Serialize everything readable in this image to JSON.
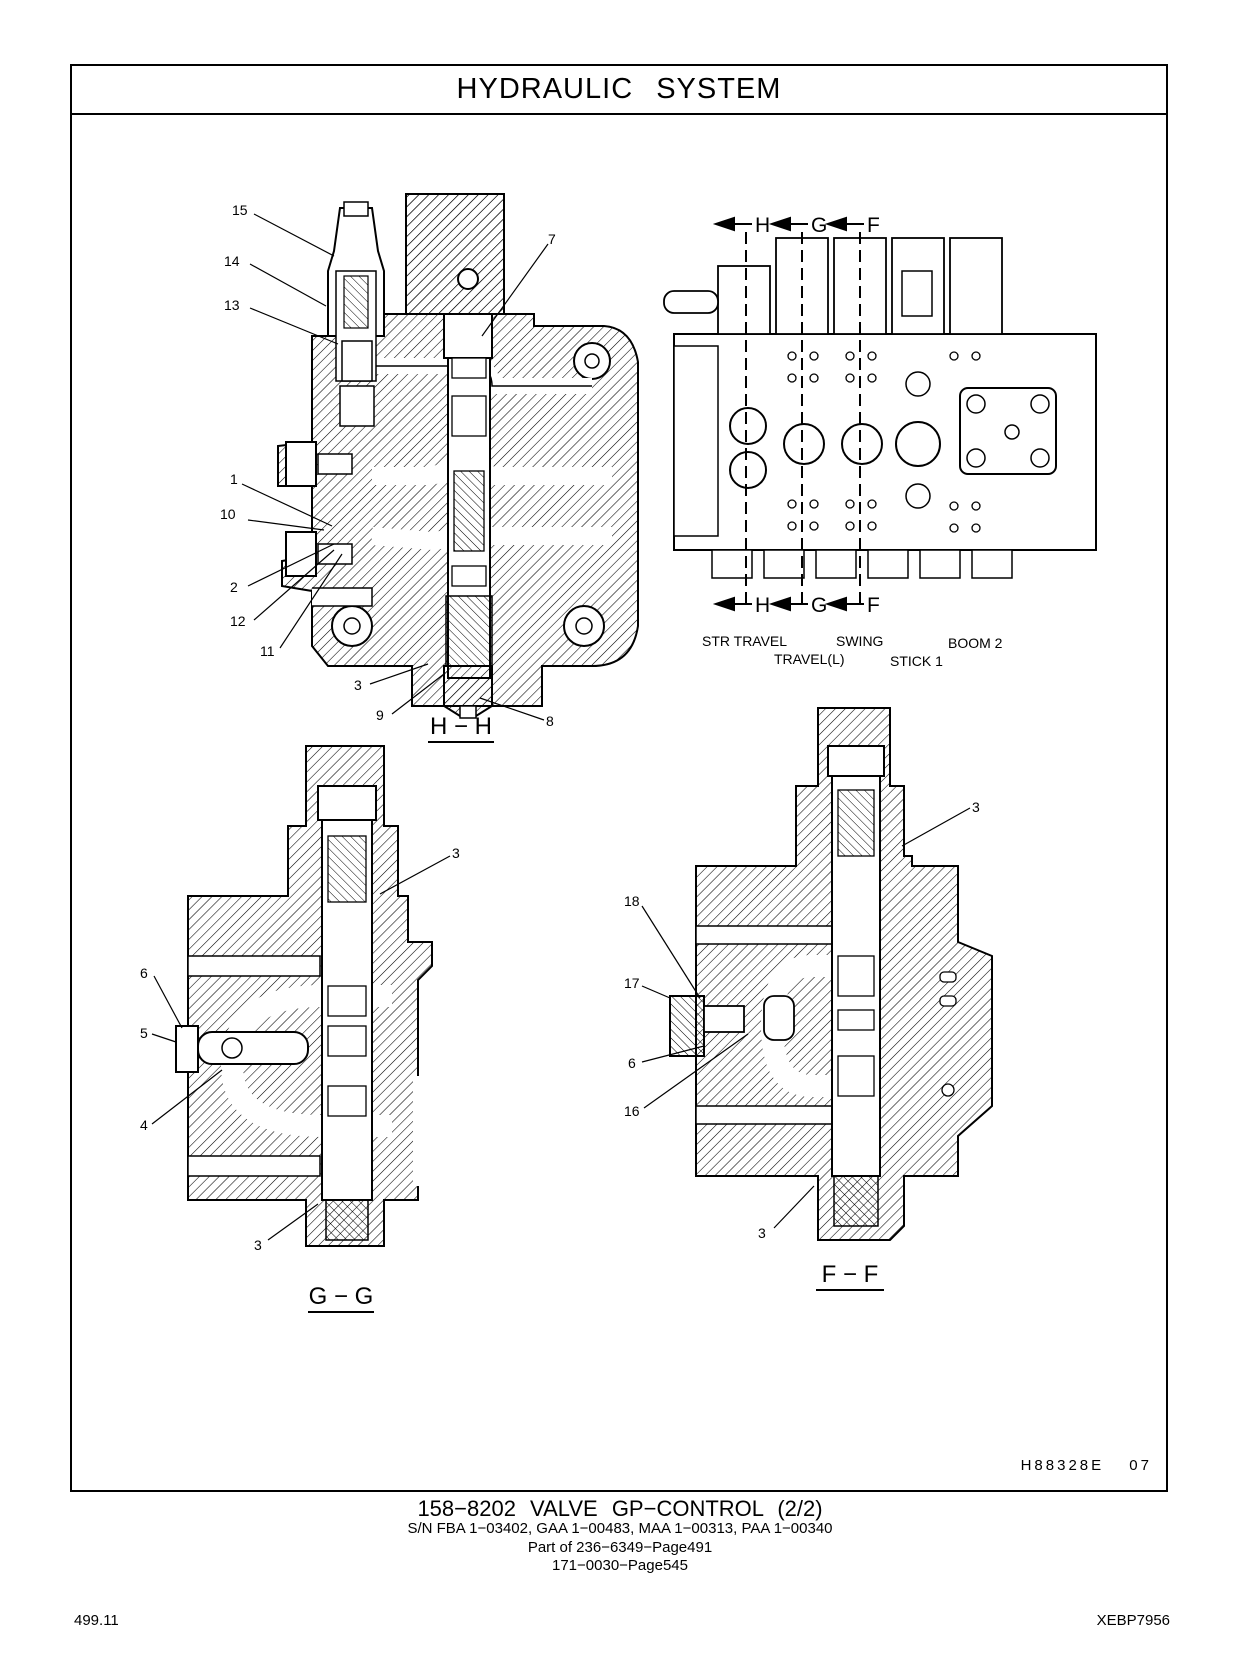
{
  "header": {
    "title": "HYDRAULIC   SYSTEM"
  },
  "figure_code": "H88328E   07",
  "sections": {
    "hh": "H − H",
    "gg": "G − G",
    "ff": "F − F"
  },
  "cut_markers": [
    "H",
    "G",
    "F"
  ],
  "valve_labels": {
    "str_travel": "STR TRAVEL",
    "travel_l": "TRAVEL(L)",
    "swing": "SWING",
    "stick1": "STICK 1",
    "boom2": "BOOM 2"
  },
  "callouts_hh": [
    "15",
    "14",
    "13",
    "7",
    "1",
    "10",
    "2",
    "12",
    "11",
    "3",
    "9",
    "8"
  ],
  "callouts_gg": [
    "3",
    "6",
    "5",
    "4",
    "3"
  ],
  "callouts_ff": [
    "3",
    "18",
    "17",
    "6",
    "16",
    "3"
  ],
  "caption": {
    "title": "158−8202  VALVE  GP−CONTROL (2/2)",
    "serials": "S/N FBA 1−03402, GAA 1−00483, MAA 1−00313, PAA 1−00340",
    "part1": "Part of 236−6349−Page491",
    "part2": "171−0030−Page545"
  },
  "footer": {
    "page": "499.11",
    "doc": "XEBP7956"
  }
}
